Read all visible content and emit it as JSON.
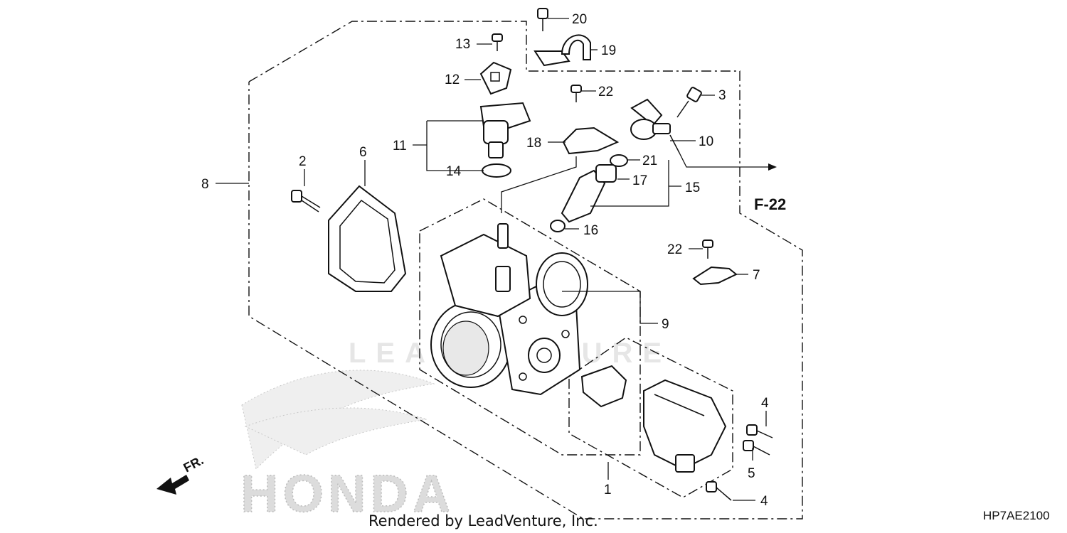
{
  "diagram": {
    "callouts": {
      "c1": "1",
      "c2": "2",
      "c3": "3",
      "c4a": "4",
      "c4b": "4",
      "c5": "5",
      "c6": "6",
      "c7": "7",
      "c8": "8",
      "c9": "9",
      "c10": "10",
      "c11": "11",
      "c12": "12",
      "c13": "13",
      "c14": "14",
      "c15": "15",
      "c16": "16",
      "c17": "17",
      "c18": "18",
      "c19": "19",
      "c20": "20",
      "c21": "21",
      "c22a": "22",
      "c22b": "22"
    },
    "reference_label": "F-22",
    "front_label": "FR.",
    "credit": "Rendered by LeadVenture, Inc.",
    "diagram_code": "HP7AE2100",
    "brand_watermark": "HONDA",
    "site_watermark": "LEADVENTURE",
    "colors": {
      "ink": "#111111",
      "watermark": "#dcdcdc"
    }
  }
}
